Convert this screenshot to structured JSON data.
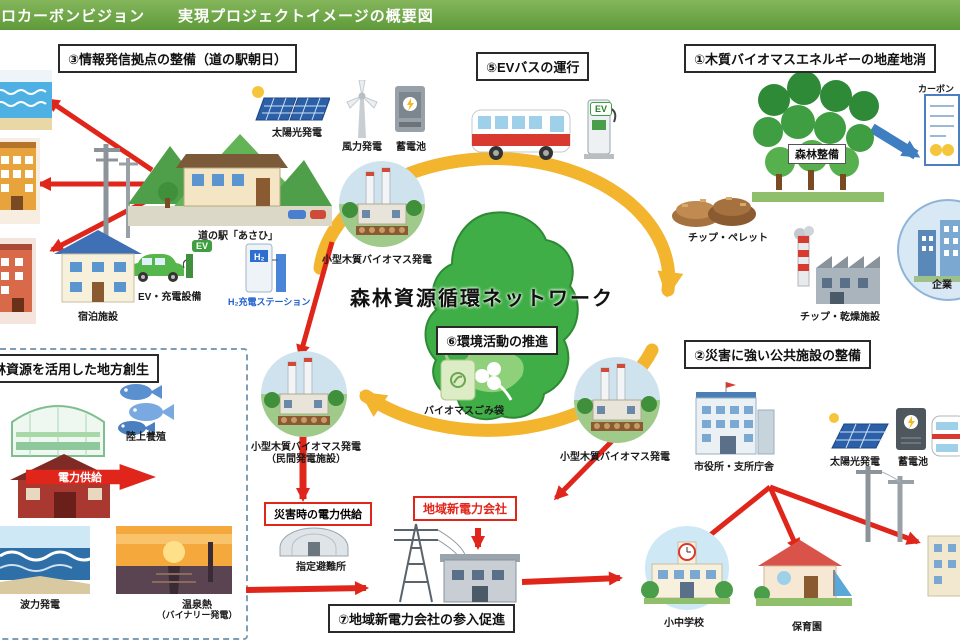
{
  "header": {
    "title_left": "ゼロカーボンビジョン",
    "title_right": "実現プロジェクトイメージの概要図"
  },
  "center_title": "森林資源循環ネットワーク",
  "sections": {
    "info_hub": "③情報発信拠点の整備（道の駅朝日）",
    "ev_bus": "⑤EVバスの運行",
    "biomass_local": "①木質バイオマスエネルギーの地産地消",
    "eco_activity": "⑥環境活動の推進",
    "disaster_facility": "②災害に強い公共施設の整備",
    "regional_dev": "森林資源を活用した地方創生",
    "new_power_entry": "⑦地域新電力会社の参入促進"
  },
  "boxes": {
    "forest_maint": "森林整備",
    "new_power_co": "地域新電力会社",
    "disaster_power": "災害時の電力供給"
  },
  "labels": {
    "solar_left": "太陽光発電",
    "wind": "風力発電",
    "battery_left": "蓄電池",
    "michinoeki": "道の駅「あさひ」",
    "ev_charge": "EV・充電設備",
    "h2_station": "H₂充電ステーション",
    "hotel": "宿泊施設",
    "biomass_top": "小型木質バイオマス発電",
    "chips": "チップ・ペレット",
    "dry_facility": "チップ・乾燥施設",
    "carbon": "カーボン",
    "company": "企業",
    "trash_bag": "バイオマスごみ袋",
    "biomass_left_1": "小型木質バイオマス発電",
    "biomass_left_2": "（民間発電施設）",
    "biomass_right": "小型木質バイオマス発電",
    "shelter": "指定避難所",
    "city_hall": "市役所・支所庁舎",
    "solar_right": "太陽光発電",
    "battery_right": "蓄電池",
    "school": "小中学校",
    "nursery": "保育園",
    "aquaculture": "陸上養殖",
    "power_supply": "電力供給",
    "wave_power": "波力発電",
    "onsen_1": "温泉熱",
    "onsen_2": "（バイナリー発電）",
    "ev_sign": "EV",
    "ev_bus_sign": "EV",
    "h2_sign": "H₂"
  },
  "colors": {
    "header_green": "#6aa544",
    "ring_yellow": "#f3b42e",
    "arrow_red": "#e0251b",
    "arrow_blue": "#3f7ec1",
    "map_green": "#3fae46"
  }
}
